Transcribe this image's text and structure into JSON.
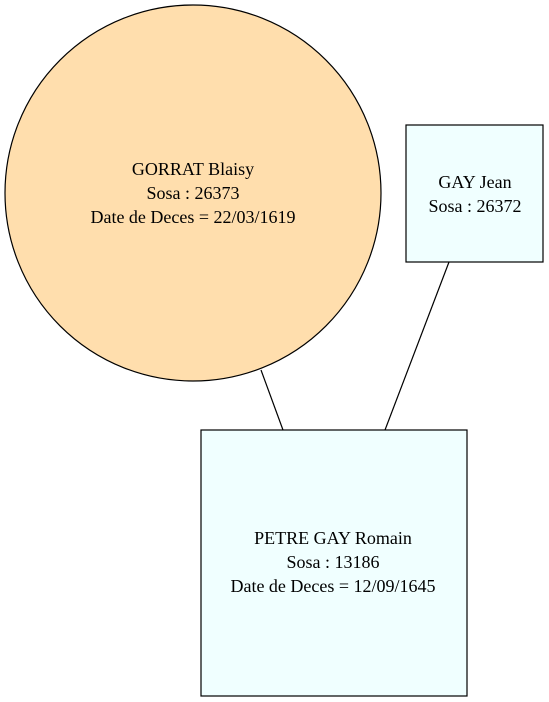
{
  "colors": {
    "female_fill": "#FFDEAD",
    "male_fill": "#F0FFFF",
    "stroke": "#000000",
    "background": "#FFFFFF"
  },
  "nodes": {
    "mother": {
      "shape": "circle",
      "name": "GORRAT Blaisy",
      "sosa": "Sosa : 26373",
      "death": "Date de Deces = 22/03/1619"
    },
    "father": {
      "shape": "box",
      "name": "GAY Jean",
      "sosa": "Sosa : 26372"
    },
    "child": {
      "shape": "box",
      "name": "PETRE GAY Romain",
      "sosa": "Sosa : 13186",
      "death": "Date de Deces = 12/09/1645"
    }
  },
  "edges": [
    {
      "from": "mother",
      "to": "child"
    },
    {
      "from": "father",
      "to": "child"
    }
  ]
}
